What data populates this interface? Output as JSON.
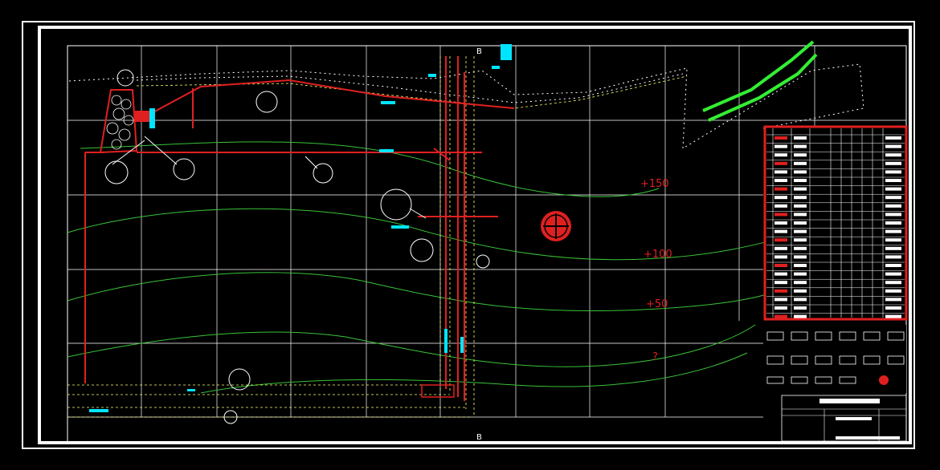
{
  "colors": {
    "background": "#000000",
    "frame": "#ffffff",
    "grid": "#ffffff",
    "contour": "#39c339",
    "pipe": "#e02020",
    "highlight": "#33ee33",
    "cyan_tag": "#00e5ff",
    "tunnel": "#ffff66"
  },
  "section_markers": {
    "top": "B",
    "bottom": "B"
  },
  "contours": [
    {
      "label": "+150"
    },
    {
      "label": "+100"
    },
    {
      "label": "+50"
    },
    {
      "label": "?"
    }
  ],
  "icons": {
    "fan_station": "fan-station-icon",
    "valve_symbol": "valve-icon",
    "tunnel_section": "tunnel-section-icon"
  }
}
